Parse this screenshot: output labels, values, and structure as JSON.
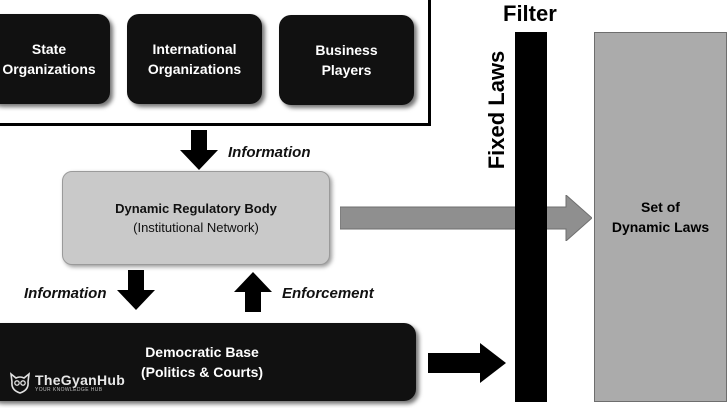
{
  "top_group": {
    "boxes": [
      {
        "label": "State\nOrganizations"
      },
      {
        "label": "International\nOrganizations"
      },
      {
        "label": "Business\nPlayers"
      }
    ]
  },
  "regulatory_body": {
    "title": "Dynamic Regulatory Body",
    "subtitle": "(Institutional Network)"
  },
  "democratic_base": {
    "label": "Democratic Base\n(Politics & Courts)"
  },
  "labels": {
    "information_top": "Information",
    "information_left": "Information",
    "enforcement": "Enforcement",
    "filter": "Filter",
    "fixed_laws": "Fixed Laws"
  },
  "output_box": {
    "label": "Set of\nDynamic Laws"
  },
  "watermark": {
    "name": "TheGyanHub",
    "tagline": "YOUR KNOWLEDGE HUB"
  },
  "colors": {
    "dark_box": "#111111",
    "regulatory_box": "#c9c9c9",
    "output_box": "#ababab",
    "grey_arrow": "#8f8f8f"
  }
}
